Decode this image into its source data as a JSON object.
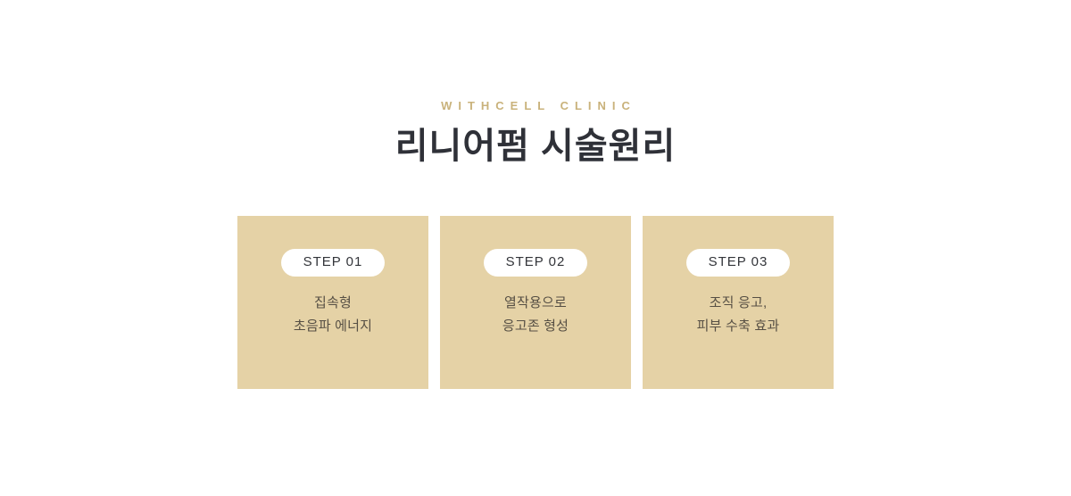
{
  "colors": {
    "background": "#ffffff",
    "card_background": "#e5d2a6",
    "eyebrow_gold": "#c9b27b",
    "title_color": "#2f3138",
    "card_text_color": "#564f44",
    "badge_background": "#ffffff",
    "badge_text": "#33353a"
  },
  "header": {
    "eyebrow": "WITHCELL CLINIC",
    "title": "리니어펌 시술원리"
  },
  "cards": [
    {
      "step_label": "STEP 01",
      "text": "집속형\n초음파 에너지"
    },
    {
      "step_label": "STEP 02",
      "text": "열작용으로\n응고존 형성"
    },
    {
      "step_label": "STEP 03",
      "text": "조직 응고,\n피부 수축 효과"
    }
  ]
}
